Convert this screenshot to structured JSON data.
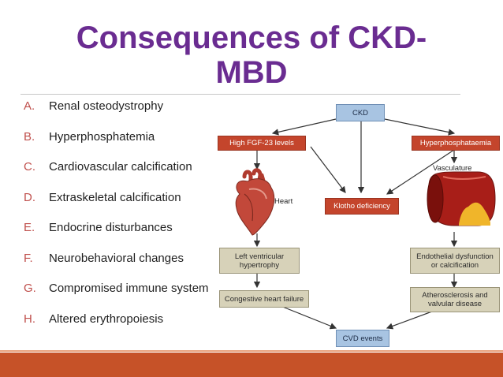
{
  "slide": {
    "title": "Consequences of CKD-MBD",
    "title_line1": "Consequences of CKD-",
    "title_line2": "MBD",
    "accent_color": "#6a2c91",
    "letter_color": "#c0504d",
    "footer_color": "#c65228"
  },
  "list": [
    {
      "letter": "A.",
      "text": "Renal osteodystrophy"
    },
    {
      "letter": "B.",
      "text": "Hyperphosphatemia"
    },
    {
      "letter": "C.",
      "text": "Cardiovascular calcification"
    },
    {
      "letter": "D.",
      "text": "Extraskeletal calcification"
    },
    {
      "letter": "E.",
      "text": "Endocrine disturbances"
    },
    {
      "letter": "F.",
      "text": "Neurobehavioral changes"
    },
    {
      "letter": "G.",
      "text": "Compromised immune system"
    },
    {
      "letter": "H.",
      "text": "Altered erythropoiesis"
    }
  ],
  "diagram": {
    "ckd": "CKD",
    "fgf23": "High FGF-23 levels",
    "hyperphos": "Hyperphosphataemia",
    "klotho": "Klotho deficiency",
    "heart_label": "Heart",
    "vasculature_label": "Vasculature",
    "lvh_line1": "Left ventricular",
    "lvh_line2": "hypertrophy",
    "endo_line1": "Endothelial dysfunction",
    "endo_line2": "or calcification",
    "chf": "Congestive heart failure",
    "athero_line1": "Atherosclerosis and",
    "athero_line2": "valvular disease",
    "cvd": "CVD events"
  }
}
